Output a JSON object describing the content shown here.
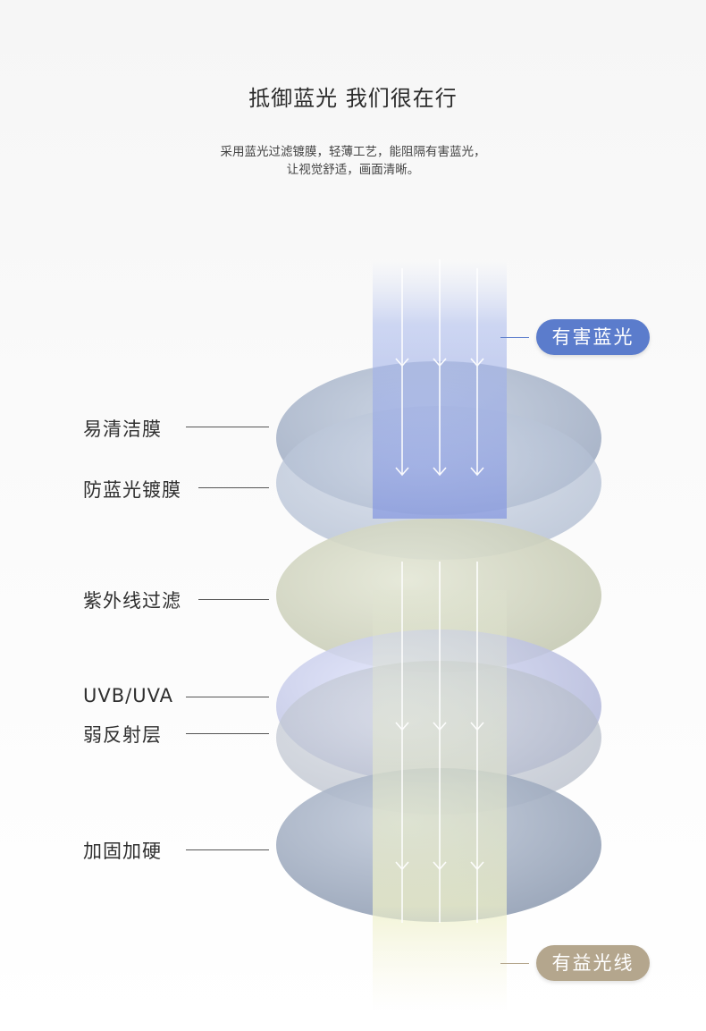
{
  "header": {
    "title": "抵御蓝光 我们很在行",
    "desc_line1": "采用蓝光过滤镀膜，轻薄工艺，能阻隔有害蓝光，",
    "desc_line2": "让视觉舒适，画面清晰。"
  },
  "layers": [
    {
      "label": "易清洁膜"
    },
    {
      "label": "防蓝光镀膜"
    },
    {
      "label": "紫外线过滤"
    },
    {
      "label": "UVB/UVA"
    },
    {
      "label": "弱反射层"
    },
    {
      "label": "加固加硬"
    }
  ],
  "badges": {
    "harmful": {
      "label": "有害蓝光",
      "color": "#5b7ccc"
    },
    "beneficial": {
      "label": "有益光线",
      "color": "#b4a68d"
    }
  },
  "colors": {
    "lens_blue": "#9eacc6",
    "lens_green": "#d4d8c4",
    "lens_purple": "#b8bfe4",
    "beam_blue": "#8fa4e6",
    "beam_yellow": "#eef0c8"
  }
}
